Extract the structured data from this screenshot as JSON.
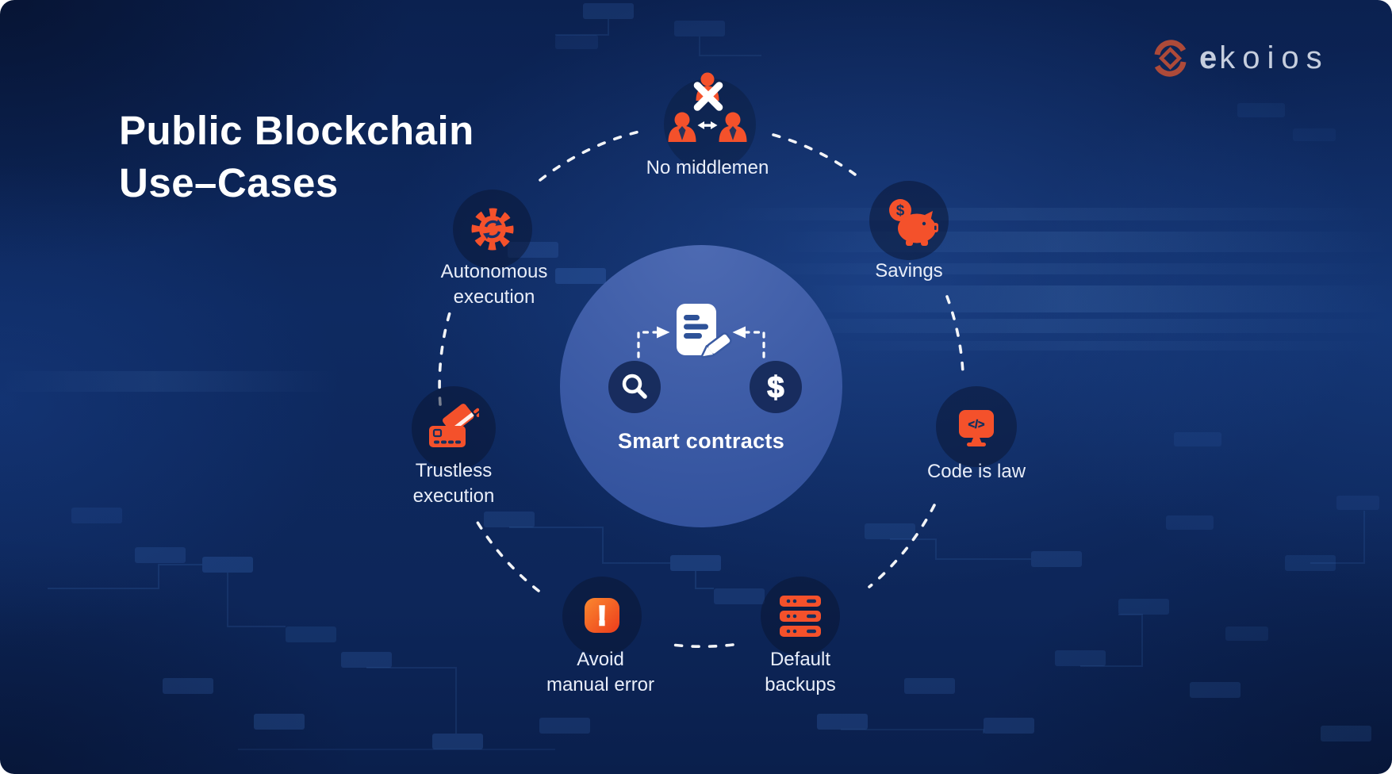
{
  "title": {
    "lines": [
      "Public Blockchain",
      "Use–Cases"
    ]
  },
  "logo": {
    "brand_bold": "e",
    "brand_light": "koios"
  },
  "center": {
    "label": "Smart contracts",
    "dollar_glyph": "$"
  },
  "nodes": {
    "no_middlemen": {
      "lines": [
        "No middlemen"
      ]
    },
    "savings": {
      "lines": [
        "Savings"
      ],
      "coin_glyph": "$"
    },
    "code_is_law": {
      "lines": [
        "Code is law"
      ],
      "code_glyph": "</>"
    },
    "default_backups": {
      "lines": [
        "Default",
        "backups"
      ]
    },
    "avoid_manual_error": {
      "lines": [
        "Avoid",
        "manual error"
      ],
      "exclamation_glyph": "!"
    },
    "trustless_execution": {
      "lines": [
        "Trustless",
        "execution"
      ]
    },
    "autonomous_execution": {
      "lines": [
        "Autonomous",
        "execution"
      ]
    }
  },
  "colors": {
    "accent_orange": "#f4512b",
    "background_navy": "#0d2659",
    "center_circle_blue": "#3a59a4",
    "node_circle_navy": "#13294f",
    "label_text": "#e9eef9",
    "logo_mark_rust": "#ad4a39",
    "logo_text_gray": "#c6cede"
  }
}
